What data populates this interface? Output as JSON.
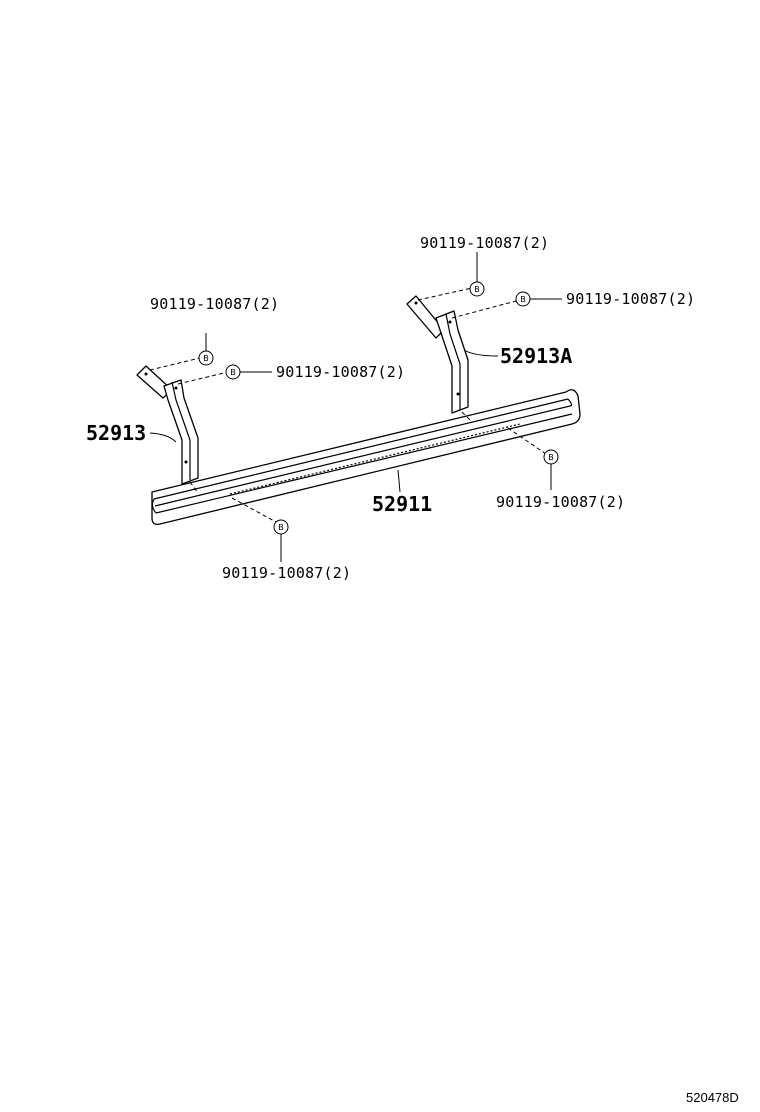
{
  "diagram": {
    "bolt_symbol": "B",
    "labels": {
      "bolt_top_right_upper": "90119-10087(2)",
      "bolt_top_right_side": "90119-10087(2)",
      "bracket_right": "52913A",
      "bolt_top_left_upper": "90119-10087(2)",
      "bolt_top_left_side": "90119-10087(2)",
      "bracket_left": "52913",
      "step_bar": "52911",
      "bolt_bottom_right": "90119-10087(2)",
      "bolt_bottom_left": "90119-10087(2)"
    },
    "figure_code": "520478D"
  }
}
